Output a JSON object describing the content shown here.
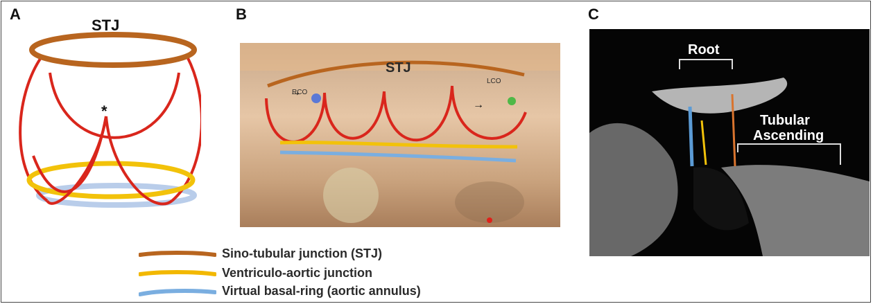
{
  "panels": {
    "a": {
      "letter": "A",
      "stj_label": "STJ",
      "commissure_mark": "*"
    },
    "b": {
      "letter": "B",
      "stj_label": "STJ",
      "rco_label": "RCO",
      "lco_label": "LCO",
      "arrow_glyph": "→"
    },
    "c": {
      "letter": "C",
      "root_label": "Root",
      "tubular_label_line1": "Tubular",
      "tubular_label_line2": "Ascending"
    }
  },
  "legend": {
    "items": [
      {
        "label": "Sino-tubular junction (STJ)",
        "color": "#b8651f"
      },
      {
        "label": "Ventriculo-aortic junction",
        "color": "#f2b800"
      },
      {
        "label": "Virtual basal-ring (aortic annulus)",
        "color": "#7aaee0"
      }
    ]
  },
  "colors": {
    "leaflet_red": "#d9261c",
    "stj_brown": "#b8651f",
    "vaj_yellow": "#f2b800",
    "annulus_blue": "#7aaee0",
    "tissue": "#d9b896"
  }
}
